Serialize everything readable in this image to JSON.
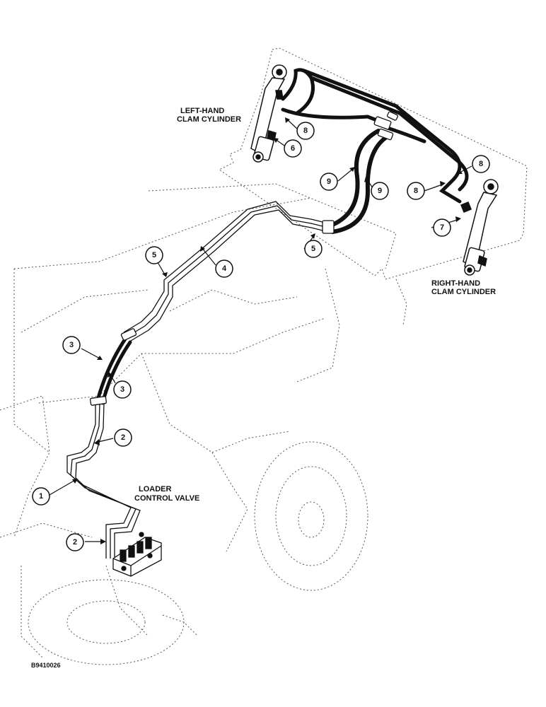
{
  "labels": {
    "left_cylinder_line1": "LEFT-HAND",
    "left_cylinder_line2": "CLAM CYLINDER",
    "right_cylinder_line1": "RIGHT-HAND",
    "right_cylinder_line2": "CLAM CYLINDER",
    "valve_line1": "LOADER",
    "valve_line2": "CONTROL VALVE",
    "figure_ref": "B9410026"
  },
  "callouts": {
    "c1": "1",
    "c2a": "2",
    "c2b": "2",
    "c3a": "3",
    "c3b": "3",
    "c4": "4",
    "c5a": "5",
    "c5b": "5",
    "c6": "6",
    "c7": "7",
    "c8a": "8",
    "c8b": "8",
    "c8c": "8",
    "c9a": "9",
    "c9b": "9"
  }
}
